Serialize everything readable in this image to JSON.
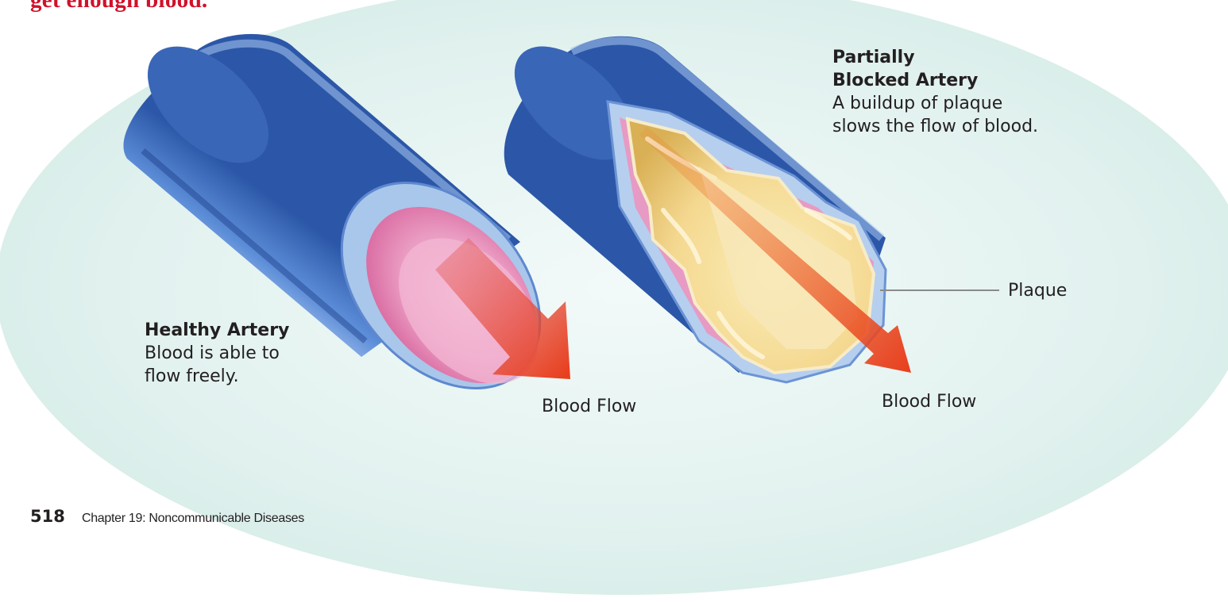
{
  "heading": "get enough blood.",
  "healthy": {
    "title": "Healthy Artery",
    "lines": [
      "Blood is able to",
      "flow freely."
    ],
    "arrow_label": "Blood Flow"
  },
  "blocked": {
    "title_lines": [
      "Partially",
      "Blocked Artery"
    ],
    "lines": [
      "A buildup of plaque",
      "slows the flow of blood."
    ],
    "arrow_label": "Blood Flow",
    "plaque_label": "Plaque"
  },
  "footer": {
    "page_number": "518",
    "chapter": "Chapter 19: Noncommunicable Diseases"
  },
  "colors": {
    "heading": "#d0112b",
    "background_ellipse": "#e5f3f1",
    "artery_wall": "#3f6fc4",
    "artery_lining": "#a9c7ea",
    "healthy_inner": "#e890bb",
    "plaque": "#f6dfa0",
    "blood_arrow": "#e8401f"
  }
}
